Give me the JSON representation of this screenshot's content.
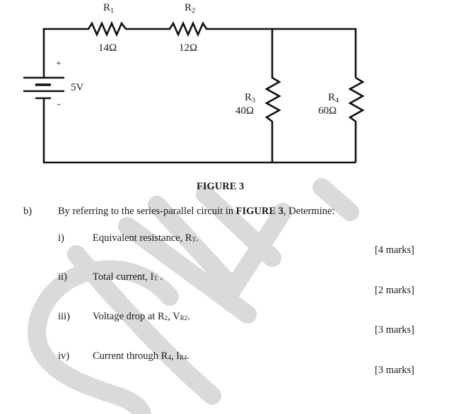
{
  "figure": {
    "caption": "FIGURE 3",
    "source": {
      "voltage": "5V",
      "plus": "+",
      "minus": "-"
    },
    "resistors": [
      {
        "name": "R",
        "sub": "1",
        "value": "14Ω"
      },
      {
        "name": "R",
        "sub": "2",
        "value": "12Ω"
      },
      {
        "name": "R",
        "sub": "3",
        "value": "40Ω"
      },
      {
        "name": "R",
        "sub": "4",
        "value": "60Ω"
      }
    ]
  },
  "question": {
    "label": "b)",
    "intro_pre": "By referring to the series-parallel circuit in ",
    "intro_bold": "FIGURE 3",
    "intro_post": ", Determine:",
    "items": [
      {
        "num": "i)",
        "text": "Equivalent resistance, R",
        "sub": "T",
        "tail": ".",
        "marks": "[4 marks]"
      },
      {
        "num": "ii)",
        "text": "Total current, I",
        "sub": "T",
        "tail": " .",
        "marks": "[2 marks]"
      },
      {
        "num": "iii)",
        "text": "Voltage drop at R",
        "sub2": "2",
        "mid": ", V",
        "sub": "R2",
        "tail": ".",
        "marks": "[3 marks]"
      },
      {
        "num": "iv)",
        "text": "Current through R",
        "sub2": "4",
        "mid": ", I",
        "sub": "R4",
        "tail": ".",
        "marks": "[3 marks]"
      }
    ]
  },
  "watermark": {
    "text": "SULI",
    "color": "#d9d9d9"
  }
}
